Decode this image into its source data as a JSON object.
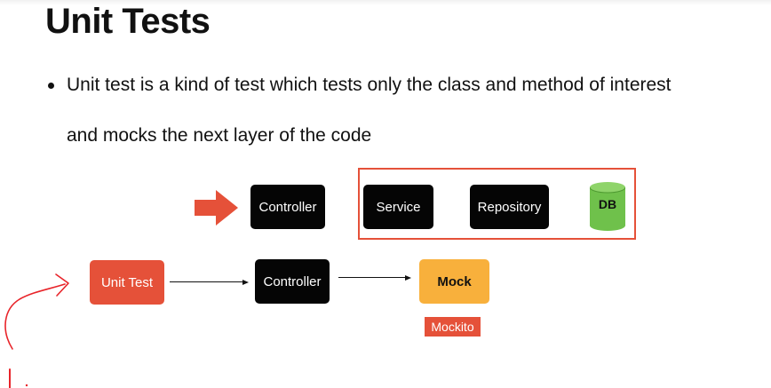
{
  "slide": {
    "title": "Unit Tests",
    "bullet_line_1": "Unit test is a kind of test which tests only the class and method of interest",
    "bullet_line_2": "and mocks the next layer of the code"
  },
  "top_row": {
    "controller": "Controller",
    "service": "Service",
    "repository": "Repository",
    "db": "DB"
  },
  "bottom_row": {
    "unit_test": "Unit Test",
    "controller": "Controller",
    "mock": "Mock",
    "mockito": "Mockito"
  },
  "colors": {
    "accent_red": "#e55139",
    "box_black": "#050505",
    "mock_orange": "#f8b03c",
    "db_green": "#6fc14b",
    "annotation_red": "#e8242a"
  },
  "icons": [
    "pointer-arrow-icon",
    "database-icon",
    "hand-drawn-arrow-icon"
  ]
}
